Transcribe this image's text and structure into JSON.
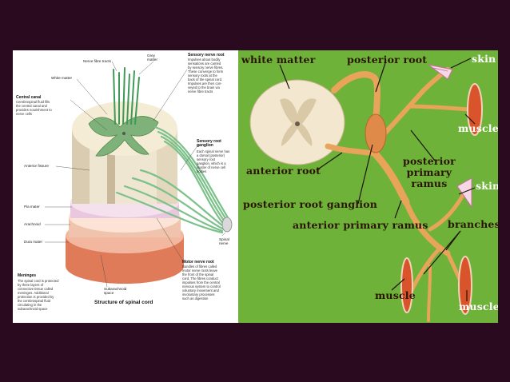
{
  "left_diagram": {
    "caption": "Structure of spinal cord",
    "labels": {
      "nerve_fibre_tracts": "Nerve fibre tracts",
      "grey_matter": "Grey\nmatter",
      "white_matter": "White matter",
      "central_canal_title": "Central canal",
      "central_canal_body": "Cerebrospinal fluid fills\nthe central canal and\nprovides nourishment to\nnerve cells",
      "anterior_fissure": "Anterior fissure",
      "pia_mater": "Pia mater",
      "arachnoid": "Arachnoid",
      "dura_mater": "Dura mater",
      "meninges_title": "Meninges",
      "meninges_body": "The spinal cord is protected\nby three layers of\nconnective tissue called\nmeninges. Additional\nprotection is provided by\nthe cerebrospinal fluid\ncirculating in the\nsubarachnoid space",
      "subarachnoid_space": "Subarachnoid\nspace",
      "sensory_root_title": "Sensory nerve root",
      "sensory_root_body": "Impulses about bodily\nsensations are carried\nby sensory nerve fibres.\nThese converge to form\nsensory roots at the\nback of the spinal cord.\nImpulses are then con-\nveyed to the brain via\nnerve fibre tracts",
      "sensory_ganglion_title": "Sensory root\nganglion",
      "sensory_ganglion_body": "Each spinal nerve has\na dorsal (posterior)\nsensory root\nganglion, which is a\ncluster of nerve cell\nbodies",
      "spinal_nerve": "Spinal\nnerve",
      "motor_root_title": "Motor nerve root",
      "motor_root_body": "Bundles of fibres called\nmotor nerve roots leave\nthe front of the spinal\ncord. The fibres conduct\nimpulses from the central\nnervous system to control\nvoluntary movement and\ninvoluntary processes\nsuch as digestion"
    }
  },
  "right_diagram": {
    "labels": {
      "white_matter": "white matter",
      "posterior_root": "posterior root",
      "skin_top": "skin",
      "muscle_top": "muscle",
      "posterior_primary_ramus": "posterior\nprimary\nramus",
      "skin_mid": "skin",
      "anterior_root": "anterior root",
      "posterior_root_ganglion": "posterior root ganglion",
      "anterior_primary_ramus": "anterior primary ramus",
      "branches": "branches",
      "muscle_bottom_left": "muscle",
      "muscle_bottom_right": "muscle"
    },
    "colors": {
      "background": "#6fb23a",
      "nerve": "#e8a45a",
      "muscle": "#d9542a",
      "cord": "#f3e7cf"
    }
  }
}
